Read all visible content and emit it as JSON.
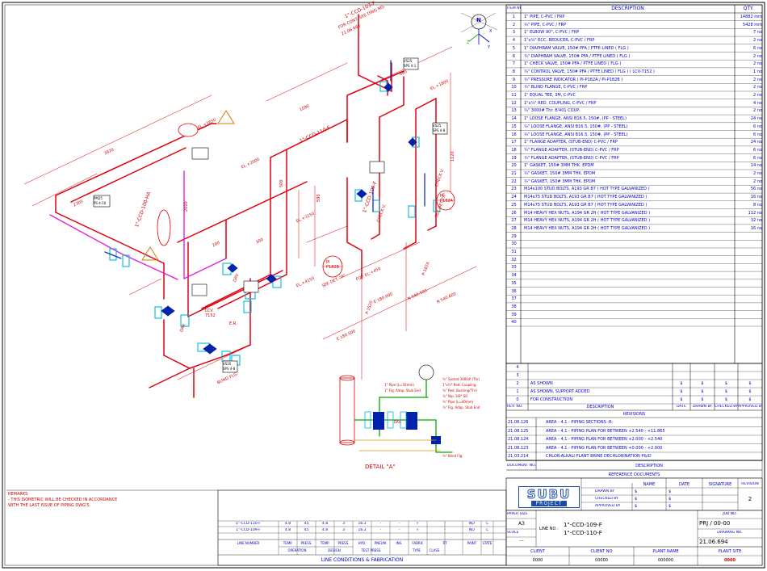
{
  "bom": {
    "header_item": "ITEM NO",
    "header_desc": "DESCRIPTION",
    "header_qty": "QTY.",
    "rows": [
      {
        "no": "1",
        "desc": "1\" PIPE, C-PVC / FRP",
        "qty": "14882 mm"
      },
      {
        "no": "2",
        "desc": "¾\" PIPE, C-PVC / FRP",
        "qty": "5428 mm"
      },
      {
        "no": "3",
        "desc": "1\" ELBOW 90°, C-PVC / FRP",
        "qty": "7 no"
      },
      {
        "no": "4",
        "desc": "1\"x¾\" ECC. REDUCER, C-PVC / FRP",
        "qty": "2 no"
      },
      {
        "no": "5",
        "desc": "1\" DIAPHRAM VALVE, 150# PFA / PTFE LINED ( FLG )",
        "qty": "6 no"
      },
      {
        "no": "6",
        "desc": "¾\" DIAPHRAM VALVE, 150# PFA / PTFE LINED ( FLG )",
        "qty": "2 no"
      },
      {
        "no": "7",
        "desc": "1\" CHECK VALVE, 150# PFA / PTFE LINED ( FLG )",
        "qty": "2 no"
      },
      {
        "no": "8",
        "desc": "¾\" CONTROL VALVE, 150# PFA / PTFE LINED ( FLG ) ( LCV-7152 )",
        "qty": "1 no"
      },
      {
        "no": "9",
        "desc": "¾\" PRESSURE INDICATOR ( PI-P182A / PI-P182B )",
        "qty": "2 no"
      },
      {
        "no": "10",
        "desc": "¾\" BLIND FLANGE, C-PVC / FRP",
        "qty": "2 no"
      },
      {
        "no": "11",
        "desc": "1\" EQUAL TEE, 3M, C-PVC",
        "qty": "2 no"
      },
      {
        "no": "12",
        "desc": "1\"x¾\" RED. COUPLING, C-PVC / FRP",
        "qty": "4 no"
      },
      {
        "no": "13",
        "desc": "¾\" 3000# Thr. B'401 COUP.",
        "qty": "2 no"
      },
      {
        "no": "14",
        "desc": "1\" LOOSE FLANGE, ANSI B16.5, 150#, (PP - STEEL)",
        "qty": "24 no"
      },
      {
        "no": "15",
        "desc": "¾\" LOOSE FLANGE, ANSI B16.5, 150#, (PP - STEEL)",
        "qty": "6 no"
      },
      {
        "no": "16",
        "desc": "¾\" LOOSE FLANGE, ANSI B16.5, 150#, (PP - STEEL)",
        "qty": "6 no"
      },
      {
        "no": "17",
        "desc": "1\" FLANGE ADAPTER, (STUB-END) C-PVC / FRP",
        "qty": "24 no"
      },
      {
        "no": "18",
        "desc": "¾\" FLANGE ADAPTER, (STUB-END) C-PVC / FRP",
        "qty": "6 no"
      },
      {
        "no": "19",
        "desc": "¾\" FLANGE ADAPTER, (STUB-END) C-PVC / FRP",
        "qty": "6 no"
      },
      {
        "no": "20",
        "desc": "1\" GASKET, 150# 3MM THK. EPDM",
        "qty": "14 no"
      },
      {
        "no": "21",
        "desc": "¾\" GASKET, 150# 3MM THK. EPDM",
        "qty": "2 no"
      },
      {
        "no": "22",
        "desc": "¾\" GASKET, 150# 3MM THK. EPDM",
        "qty": "2 no"
      },
      {
        "no": "23",
        "desc": "M14x100 STUD BOLTS, A193 GR B7 ( HOT TYPE GALVANIZED )",
        "qty": "56 no"
      },
      {
        "no": "24",
        "desc": "M14x75 STUD BOLTS, A193 GR B7 ( HOT TYPE GALVANIZED )",
        "qty": "16 no"
      },
      {
        "no": "25",
        "desc": "M14x75 STUD BOLTS, A193 GR B7 ( HOT TYPE GALVANIZED )",
        "qty": "8 no"
      },
      {
        "no": "26",
        "desc": "M14 HEAVY HEX NUTS, A194 GR 2H ( HOT TYPE GALVANIZED )",
        "qty": "112 no"
      },
      {
        "no": "27",
        "desc": "M14 HEAVY HEX NUTS, A194 GR 2H ( HOT TYPE GALVANIZED )",
        "qty": "32 no"
      },
      {
        "no": "28",
        "desc": "M14 HEAVY HEX NUTS, A194 GR 2H ( HOT TYPE GALVANIZED )",
        "qty": "16 no"
      },
      {
        "no": "29",
        "desc": "",
        "qty": ""
      },
      {
        "no": "30",
        "desc": "",
        "qty": ""
      },
      {
        "no": "31",
        "desc": "",
        "qty": ""
      },
      {
        "no": "32",
        "desc": "",
        "qty": ""
      },
      {
        "no": "33",
        "desc": "",
        "qty": ""
      },
      {
        "no": "34",
        "desc": "",
        "qty": ""
      },
      {
        "no": "35",
        "desc": "",
        "qty": ""
      },
      {
        "no": "36",
        "desc": "",
        "qty": ""
      },
      {
        "no": "37",
        "desc": "",
        "qty": ""
      },
      {
        "no": "38",
        "desc": "",
        "qty": ""
      },
      {
        "no": "39",
        "desc": "",
        "qty": ""
      },
      {
        "no": "40",
        "desc": "",
        "qty": ""
      }
    ]
  },
  "revisions": {
    "rows": [
      {
        "no": "4",
        "desc": "",
        "date": "",
        "drawn": "",
        "checked": "",
        "approved": ""
      },
      {
        "no": "3",
        "desc": "",
        "date": "",
        "drawn": "",
        "checked": "",
        "approved": ""
      },
      {
        "no": "2",
        "desc": "AS SHOWN",
        "date": "$",
        "drawn": "$",
        "checked": "$",
        "approved": "$"
      },
      {
        "no": "1",
        "desc": "AS SHOWN, SUPPORT ADDED",
        "date": "$",
        "drawn": "$",
        "checked": "$",
        "approved": "$"
      },
      {
        "no": "0",
        "desc": "FOR CONSTRUCTION",
        "date": "$",
        "drawn": "$",
        "checked": "$",
        "approved": "$"
      }
    ],
    "header": {
      "no": "REV. NO.",
      "desc": "DESCRIPTION",
      "date": "DATE",
      "drawn": "DRAWN BY",
      "checked": "CHECKED BY",
      "approved": "APPROVED BY"
    },
    "title": "REVISIONS"
  },
  "references": {
    "rows": [
      {
        "no": "21.08.126",
        "desc": "AREA - 4.1 - PIPING SECTIONS -R-"
      },
      {
        "no": "21.08.125",
        "desc": "AREA - 4.1 - PIPING PLAN FOR BETWEEN +2.540 - +11.865"
      },
      {
        "no": "21.08.124",
        "desc": "AREA - 4.1 - PIPING PLAN FOR BETWEEN +2.000 - +2.540"
      },
      {
        "no": "21.08.123",
        "desc": "AREA - 4.1 - PIPING PLAN FOR BETWEEN +0.000 - +2.000"
      },
      {
        "no": "21.03.214",
        "desc": "CHLOR-ALKALI PLANT BRINE DECHLORINATION P&ID"
      }
    ],
    "header_no": "DOCUMENT NO.",
    "header_desc": "DESCRIPTION",
    "title": "REFERENCE DOCUMENTS"
  },
  "signoff": {
    "headers": [
      "NAME",
      "DATE",
      "SIGNATURE",
      "REVISION"
    ],
    "rows": [
      {
        "label": "DRAWN BY",
        "name": "$",
        "date": "$"
      },
      {
        "label": "CHECKED BY",
        "name": "$",
        "date": "$"
      },
      {
        "label": "APPROVED BY",
        "name": "$",
        "date": "$"
      }
    ],
    "revision": "2"
  },
  "logo": {
    "line1": "SUBU",
    "line2": "PROJECT"
  },
  "title_block": {
    "paper_size_label": "PAPER SIZE",
    "paper_size": "A3",
    "scale_label": "SCALE",
    "scale": "---",
    "line_no_label": "LINE NO :",
    "line_no_1": "1\"-CCD-109-F",
    "line_no_2": "1\"-CCD-110-F",
    "job_no_label": "JOB NO.",
    "job_no": "PRJ / 00-00",
    "drawing_no_label": "DRAWING NO.",
    "drawing_no": "21.06.694",
    "client_label": "CLIENT",
    "client": "0000",
    "client_no_label": "CLIENT NO",
    "client_no": "00000",
    "plant_name_label": "PLANT NAME",
    "plant_name": "000000",
    "plant_site_label": "PLANT SITE",
    "plant_site": "0000"
  },
  "remarks": {
    "title": "REMARKS",
    "line1": "- THIS ISOMETRIC WILL BE CHECKED IN ACCORDANCE",
    "line2": "WITH THE LAST ISSUE OF PIPING DWG'S."
  },
  "line_table": {
    "rows": [
      [
        "1\"-CCD-110-F",
        "4.8",
        "45",
        "4.8",
        "3",
        "16.3",
        "-",
        "-",
        "F",
        "-",
        "NO",
        "L"
      ],
      [
        "1\"-CCD-109-F",
        "4.8",
        "45",
        "4.8",
        "3",
        "16.3",
        "-",
        "-",
        "F",
        "-",
        "NO",
        "L"
      ]
    ],
    "head_top": [
      "LINE NUMBER",
      "TEMP.",
      "PRESS.",
      "TEMP.",
      "PRESS.",
      "HYD.",
      "PNEUM.",
      "INS.",
      "FABRIC",
      "RT",
      "PAINT",
      "STATE"
    ],
    "head_sub": [
      "",
      "OPERATION",
      "DESIGN",
      "TEST PRESS.",
      "TYPE",
      "CLASS"
    ],
    "footer": "LINE CONDITIONS & FABRICATION"
  },
  "iso": {
    "line_top": "1\"-CCD-103-F",
    "for_cont": "FOR CONT. SEE DWG NO:",
    "for_cont_no": "21.06.683",
    "line_110": "1\"-CCD-110-F",
    "line_109": "1\"-CCD-109-F",
    "line_108": "1\"-CCD-108-HA",
    "el_1": "EL.+1800",
    "el_2": "EL.+2000",
    "el_3": "EL.+3150",
    "el_4": "EL.+4150",
    "el_5": "EL.+1650",
    "el_6": "FOP. EL.+450",
    "dim_3920": "3920",
    "dim_2305": "2305",
    "dim_1090": "1090",
    "dim_480": "480",
    "dim_590": "590",
    "dim_1120": "1120",
    "dim_2000": "2000",
    "dim_200": "200",
    "dim_500": "500",
    "dim_300": "300",
    "n1": "N 540.500",
    "n2": "N 540.600",
    "e1": "E 180.500",
    "e2": "E 180.000",
    "p1": "P-1520",
    "p2": "P-182A",
    "pi_a": "PI\nP182A",
    "pi_b": "PI\nP182B",
    "see_det": "SEE DET. \"A\"",
    "detail_title": "DETAIL \"A\"",
    "dav": "DAV.",
    "check_v": "CHECK V.",
    "lcv": "LCV\n7152",
    "er": "E.R.",
    "blind": "BLIND FLG.",
    "vs_labels": [
      "VS25",
      "SPS 4-1",
      "VS25",
      "SPS 4-8",
      "VS20",
      "SPS 4-8",
      "PM25",
      "PS 4-10"
    ],
    "north": "N",
    "axis_x": "X",
    "axis_y": "Y",
    "axis_z": "Z",
    "det_notes": [
      "1\" Pipe (L=50mm)",
      "1\" Flg. Adap. Stub End",
      "¾\" Socket 3000# (Thr)",
      "1\"x¾\" Red. Coupling",
      "¾\" Red. Bushing(Thr)",
      "¾\" Nip. 3/8\" SO",
      "¾\" Pipe (L=40mm)",
      "¾\" Flg. Adap. Stub End",
      "¾\" Blind Flg."
    ]
  }
}
